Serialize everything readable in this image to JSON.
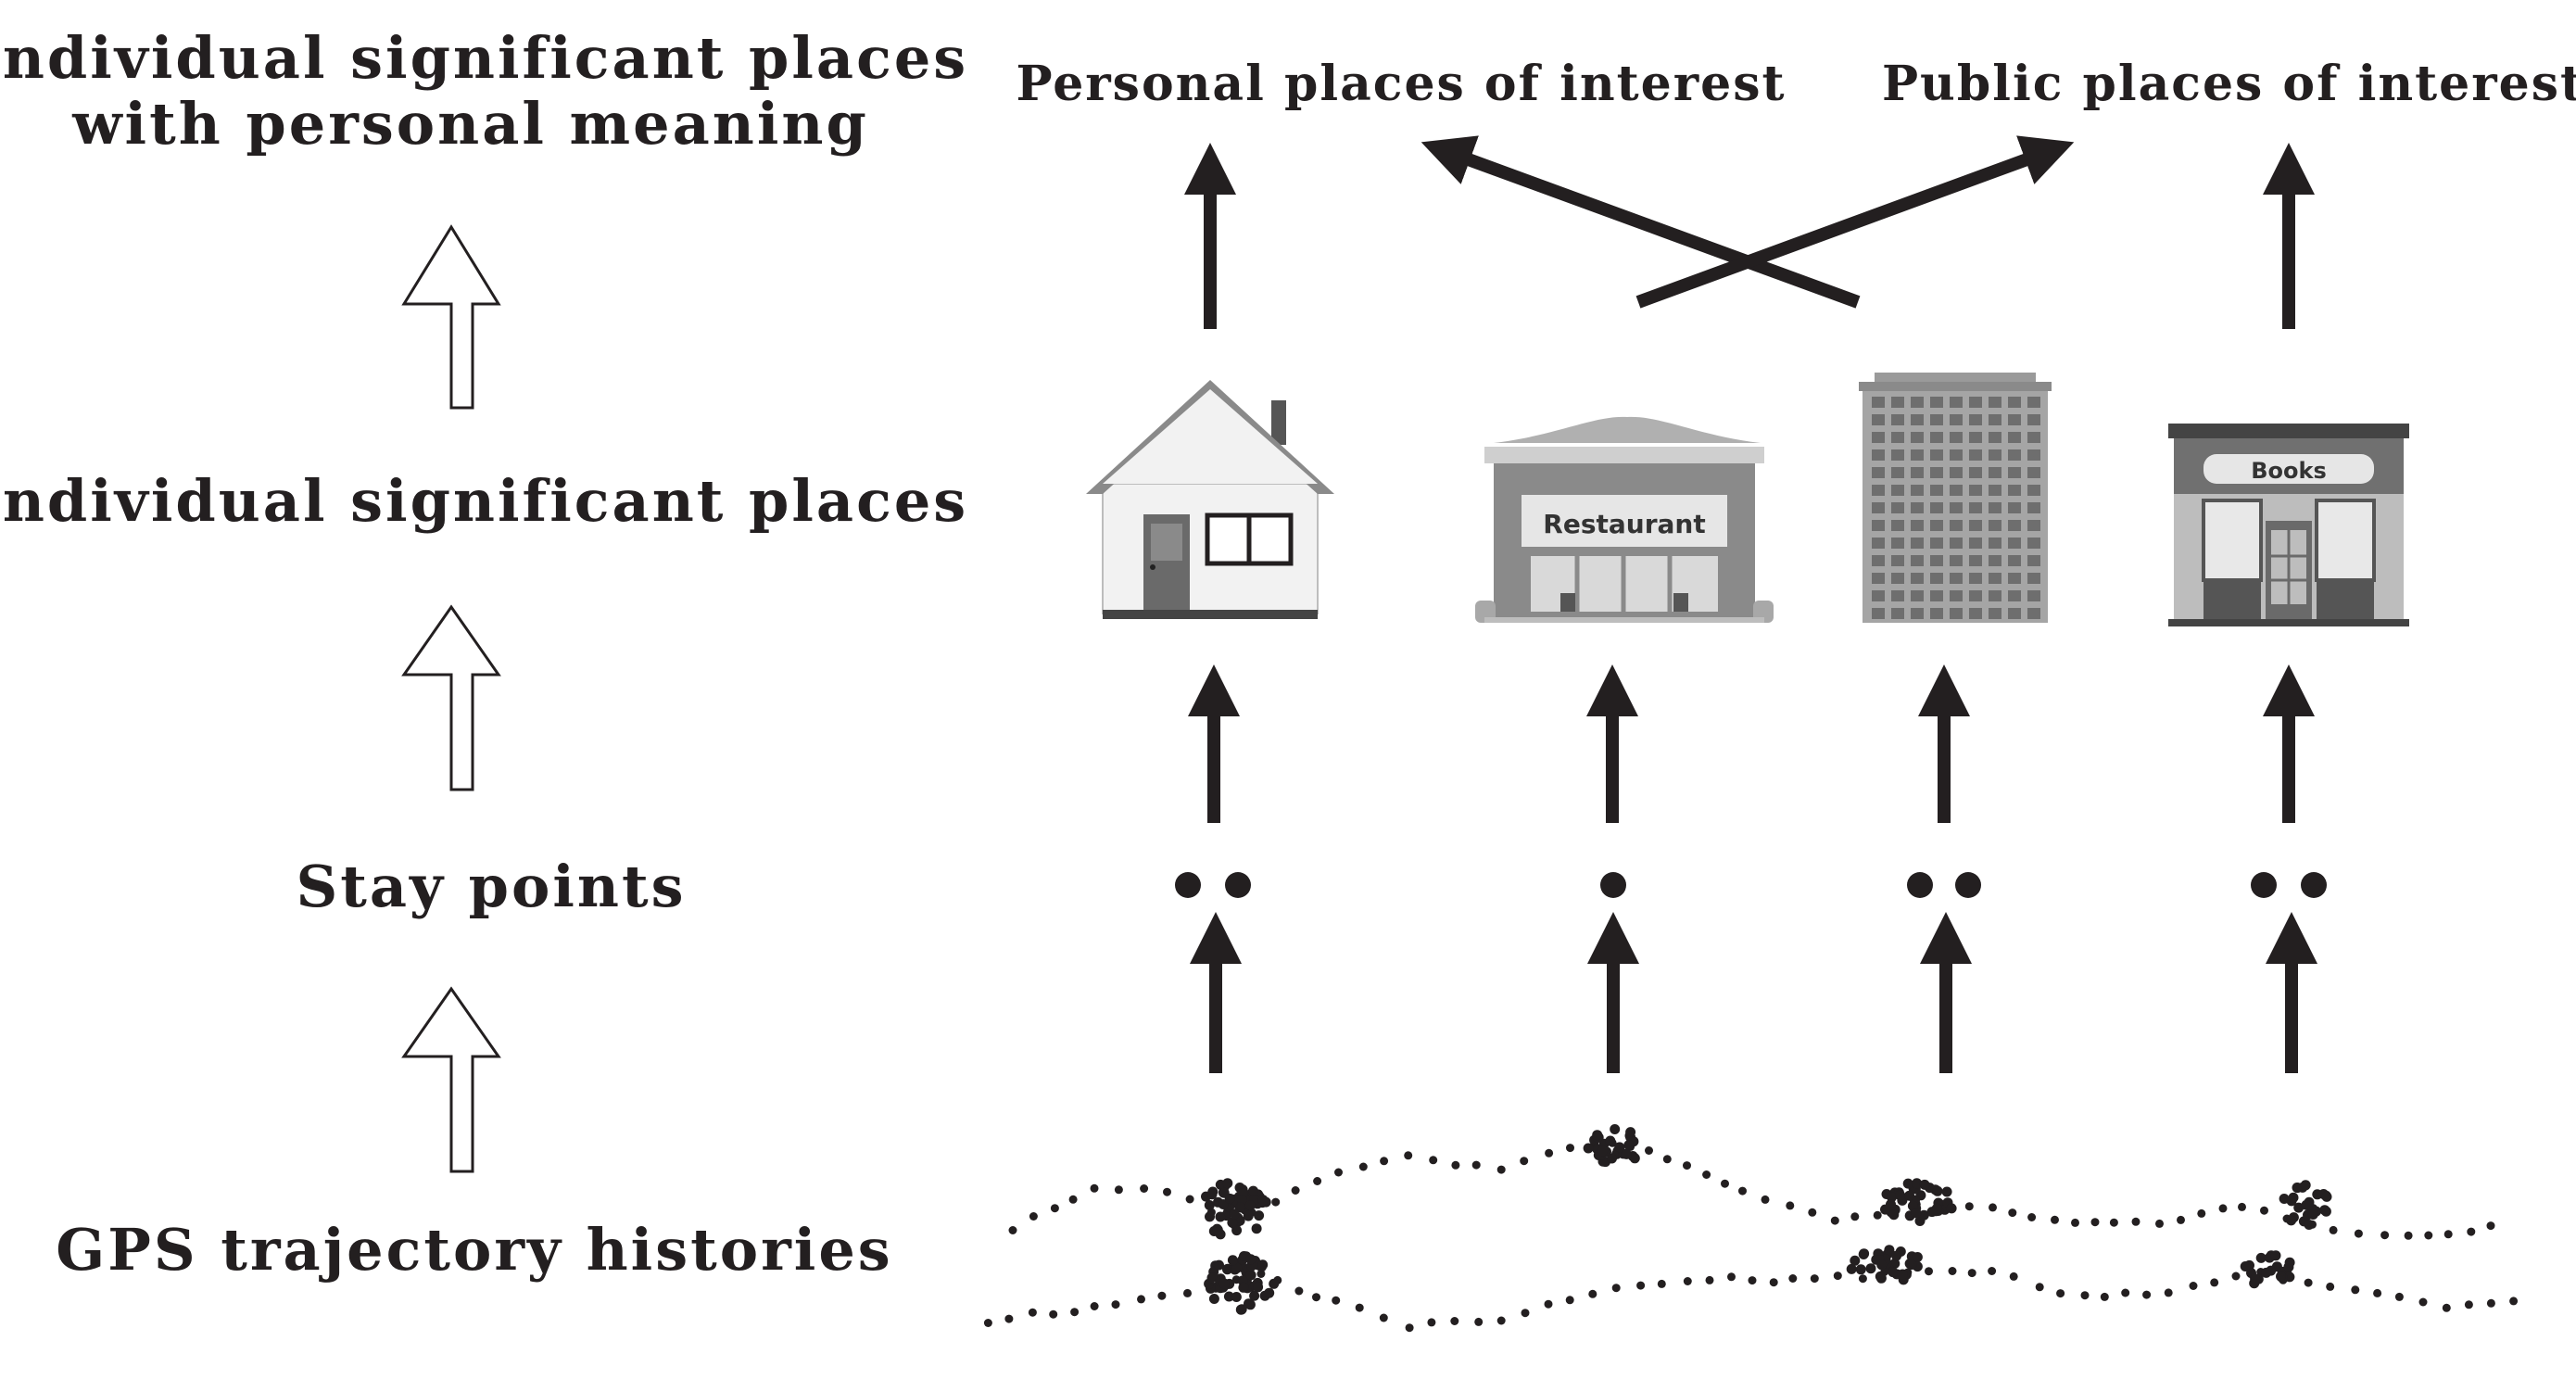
{
  "levels": {
    "top_line1": "Individual significant places",
    "top_line2": "with personal meaning",
    "places": "Individual significant places",
    "stay": "Stay points",
    "gps": "GPS trajectory histories"
  },
  "categories": {
    "personal": "Personal places of interest",
    "public": "Public places of interest"
  },
  "buildings": {
    "house": {
      "icon": "house-icon"
    },
    "restaurant": {
      "icon": "restaurant-icon",
      "sign": "Restaurant"
    },
    "office": {
      "icon": "office-building-icon"
    },
    "bookstore": {
      "icon": "bookstore-icon",
      "sign": "Books"
    }
  },
  "stay_point_counts": [
    2,
    1,
    2,
    2
  ],
  "colors": {
    "ink": "#231f20",
    "icon_dark": "#555555",
    "icon_mid": "#8a8a8a",
    "icon_light": "#bdbdbd"
  }
}
